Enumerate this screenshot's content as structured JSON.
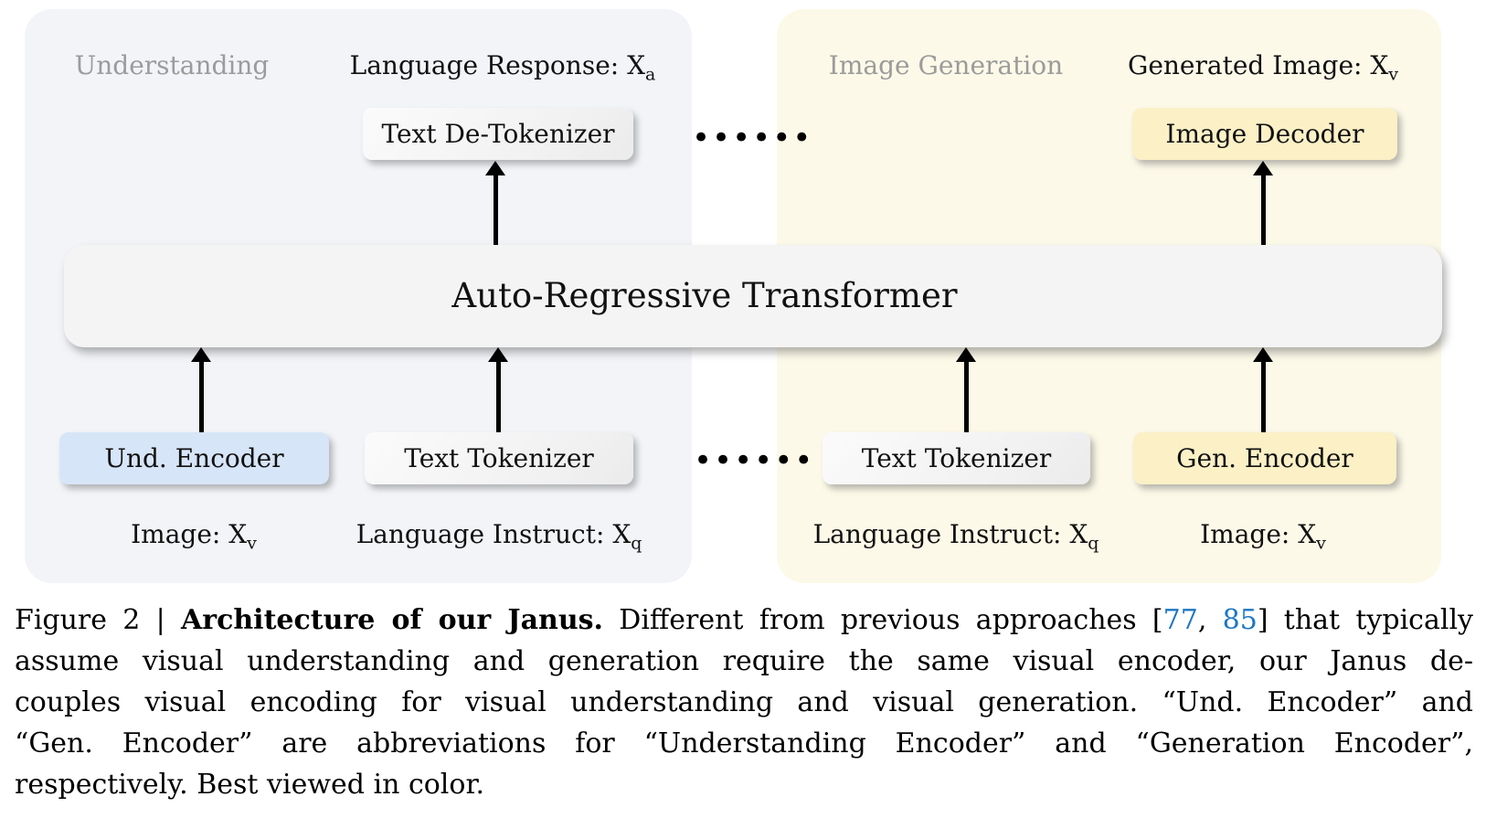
{
  "diagram": {
    "sections": {
      "understanding": "Understanding",
      "image_generation": "Image Generation"
    },
    "io_labels": {
      "language_response": {
        "pre": "Language Response: X",
        "sub": "a"
      },
      "generated_image": {
        "pre": "Generated Image: X",
        "sub": "v"
      },
      "image_left": {
        "pre": "Image: X",
        "sub": "v"
      },
      "lang_instruct_left": {
        "pre": "Language Instruct: X",
        "sub": "q"
      },
      "lang_instruct_right": {
        "pre": "Language Instruct: X",
        "sub": "q"
      },
      "image_right": {
        "pre": "Image: X",
        "sub": "v"
      }
    },
    "boxes": {
      "text_de_tokenizer": "Text De-Tokenizer",
      "image_decoder": "Image Decoder",
      "transformer": "Auto-Regressive Transformer",
      "und_encoder": "Und. Encoder",
      "text_tokenizer_left": "Text Tokenizer",
      "text_tokenizer_right": "Text Tokenizer",
      "gen_encoder": "Gen. Encoder"
    },
    "ellipsis_top": "••••••",
    "ellipsis_bottom": "••••••",
    "colors": {
      "understanding_panel_bg": "#f2f4f8",
      "generation_panel_bg": "#fcf9e8",
      "und_encoder_bg": "#d7e5f8",
      "generation_box_bg": "#fbf0c6",
      "neutral_box_bg": "#f2f2f3",
      "transformer_bg": "#f4f4f5",
      "section_label_text": "#9b9b9b",
      "citation_link": "#1c77c3",
      "arrow": "#000000"
    }
  },
  "caption": {
    "figure_label": "Figure 2 | ",
    "title_bold": "Architecture of our Janus.",
    "l1_a": " Different from previous approaches [",
    "cite_1": "77",
    "l1_b": ", ",
    "cite_2": "85",
    "l1_c": "] that typically",
    "line2": "assume visual understanding and generation require the same visual encoder, our Janus de-",
    "line3": "couples visual encoding for visual understanding and visual generation. “Und. Encoder” and",
    "line4": "“Gen. Encoder” are abbreviations for “Understanding Encoder” and “Generation Encoder”,",
    "line5": "respectively. Best viewed in color."
  }
}
